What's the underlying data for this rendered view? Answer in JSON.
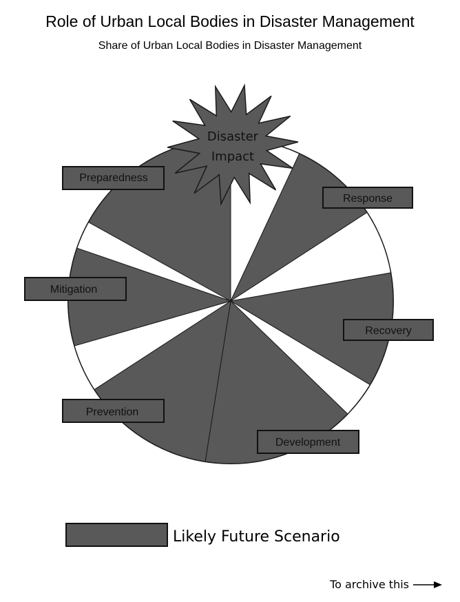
{
  "title": "Role of Urban Local Bodies in Disaster Management",
  "subtitle": "Share of Urban Local Bodies in Disaster Management",
  "colors": {
    "sector": "#595959",
    "gap": "#ffffff",
    "label_box": "#595959",
    "outline": "#1a1a1a"
  },
  "impact": {
    "line1": "Disaster",
    "line2": "Impact"
  },
  "segments": [
    {
      "label": "Response"
    },
    {
      "label": "Recovery"
    },
    {
      "label": "Development"
    },
    {
      "label": "Prevention"
    },
    {
      "label": "Mitigation"
    },
    {
      "label": "Preparedness"
    }
  ],
  "legend": {
    "label": "Likely Future Scenario"
  },
  "footer": {
    "label": "To archive this"
  }
}
